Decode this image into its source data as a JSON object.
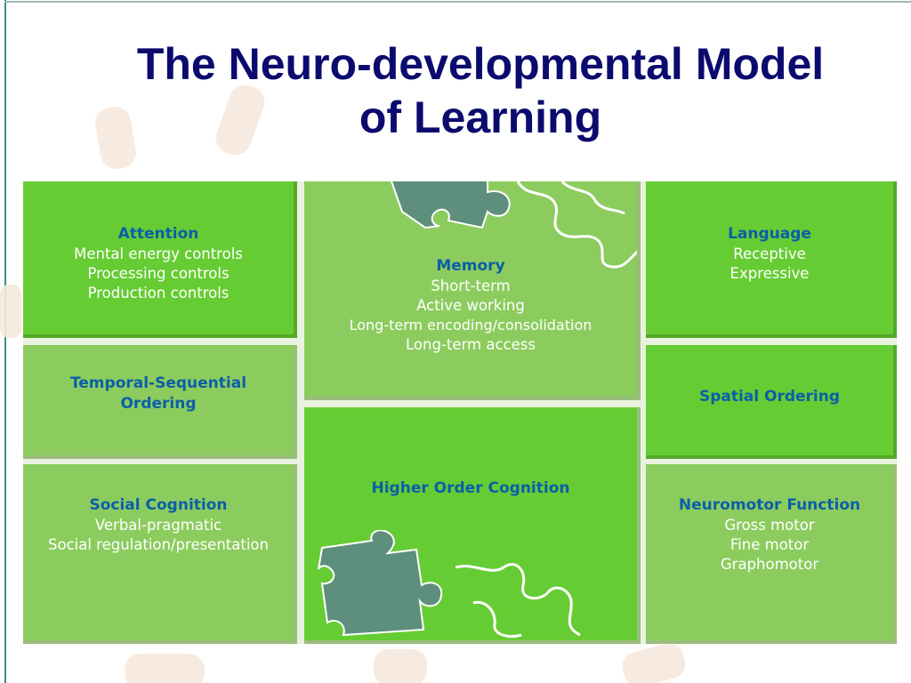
{
  "slide": {
    "title_line1": "The Neuro-developmental Model",
    "title_line2": "of Learning",
    "title_color": "#0b0a6e"
  },
  "panels": {
    "attention": {
      "title": "Attention",
      "items": [
        "Mental energy controls",
        "Processing controls",
        "Production controls"
      ]
    },
    "temporal_sequential": {
      "title_line1": "Temporal-Sequential",
      "title_line2": "Ordering"
    },
    "social_cognition": {
      "title": "Social Cognition",
      "items": [
        "Verbal-pragmatic",
        "Social regulation/presentation"
      ]
    },
    "memory": {
      "title": "Memory",
      "items": [
        "Short-term",
        "Active working",
        "Long-term encoding/consolidation",
        "Long-term access"
      ]
    },
    "higher_order": {
      "title": "Higher Order Cognition"
    },
    "language": {
      "title": "Language",
      "items": [
        "Receptive",
        "Expressive"
      ]
    },
    "spatial_ordering": {
      "title": "Spatial Ordering"
    },
    "neuromotor": {
      "title": "Neuromotor Function",
      "items": [
        "Gross motor",
        "Fine motor",
        "Graphomotor"
      ]
    }
  },
  "colors": {
    "panel_bright": "#66cc33",
    "panel_pale": "#8ccc5e",
    "panel_title": "#0b5fa8",
    "puzzle_piece": "#5d8f7c",
    "puzzle_outline": "#ffffff"
  },
  "icons": [
    "puzzle-piece-icon",
    "puzzle-outline-icon"
  ]
}
